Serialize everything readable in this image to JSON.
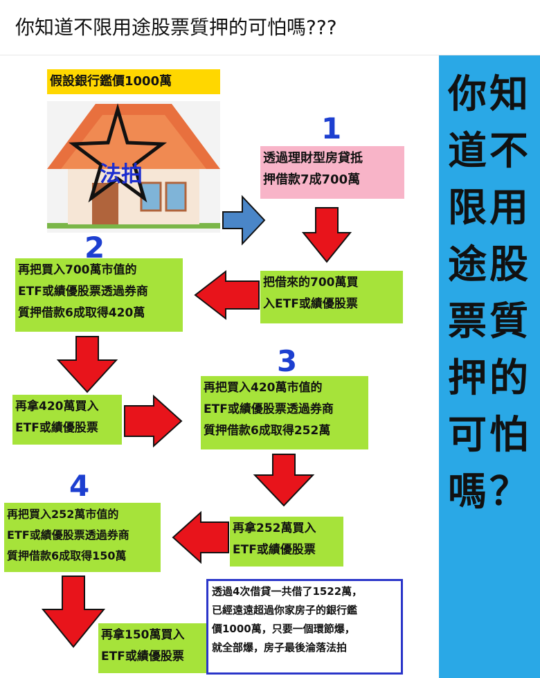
{
  "post": {
    "title": "你知道不限用途股票質押的可怕嗎???"
  },
  "diagram": {
    "appraisal": "假設銀行鑑價1000萬",
    "foreclosure": "法拍",
    "steps": {
      "n1": "1",
      "n2": "2",
      "n3": "3",
      "n4": "4"
    },
    "boxes": {
      "mortgage": [
        "透過理財型房貸抵",
        "押借款7成700萬"
      ],
      "buy700": [
        "把借來的700萬買",
        "入ETF或績優股票"
      ],
      "pledge420": [
        "再把買入700萬市值的",
        "ETF或績優股票透過券商",
        "質押借款6成取得420萬"
      ],
      "buy420": [
        "再拿420萬買入",
        "ETF或績優股票"
      ],
      "pledge252": [
        "再把買入420萬市值的",
        "ETF或績優股票透過券商",
        "質押借款6成取得252萬"
      ],
      "buy252": [
        "再拿252萬買入",
        "ETF或績優股票"
      ],
      "pledge150": [
        "再把買入252萬市值的",
        "ETF或績優股票透過券商",
        "質押借款6成取得150萬"
      ],
      "buy150": [
        "再拿150萬買入",
        "ETF或績優股票"
      ],
      "summary": [
        "透過4次借貸一共借了1522萬，",
        "已經遠遠超過你家房子的銀行鑑",
        "價1000萬，只要一個環節爆，",
        "就全部爆，房子最後淪落法拍"
      ]
    },
    "sidebar": "你知道不限用途股票質押的可怕嗎？",
    "colors": {
      "label_green": "#a6e33a",
      "appraisal_yellow": "#ffd700",
      "mortgage_pink": "#f8b4c8",
      "sidebar_blue": "#2aa8e6",
      "arrow_red": "#e8141b",
      "arrow_blue": "#4a86c8",
      "summary_border": "#2a35c9"
    }
  }
}
